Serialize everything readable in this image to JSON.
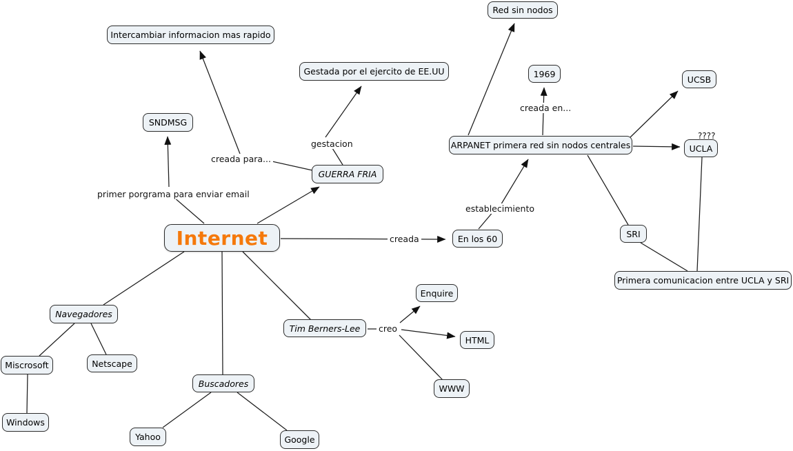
{
  "colors": {
    "canvas": "#ffffff",
    "node_fill": "#edf2f6",
    "node_border": "#2b2b2b",
    "accent_title": "#f5790b",
    "text": "#000000"
  },
  "nodes": {
    "internet": {
      "label": "Internet"
    },
    "red_sin_nodos": {
      "label": "Red sin nodos"
    },
    "intercambiar": {
      "label": "Intercambiar informacion mas rapido"
    },
    "gestada": {
      "label": "Gestada por el ejercito de EE.UU"
    },
    "y1969": {
      "label": "1969"
    },
    "ucsb": {
      "label": "UCSB"
    },
    "sndmsg": {
      "label": "SNDMSG"
    },
    "arpanet": {
      "label": "ARPANET primera red sin nodos centrales"
    },
    "ucla": {
      "label": "UCLA"
    },
    "guerra_fria": {
      "label": "GUERRA FRIA"
    },
    "en_los_60": {
      "label": "En los 60"
    },
    "sri": {
      "label": "SRI"
    },
    "primera_comunicacion": {
      "label": "Primera comunicacion entre UCLA y SRI"
    },
    "navegadores": {
      "label": "Navegadores"
    },
    "tim_berners_lee": {
      "label": "Tim Berners-Lee"
    },
    "enquire": {
      "label": "Enquire"
    },
    "miscrosoft": {
      "label": "Miscrosoft"
    },
    "netscape": {
      "label": "Netscape"
    },
    "html": {
      "label": "HTML"
    },
    "buscadores": {
      "label": "Buscadores"
    },
    "www": {
      "label": "WWW"
    },
    "windows": {
      "label": "Windows"
    },
    "yahoo": {
      "label": "Yahoo"
    },
    "google": {
      "label": "Google"
    }
  },
  "link_labels": {
    "creada_para": "creada para...",
    "gestacion": "gestacion",
    "primer_programa": "primer porgrama para enviar email",
    "creada": "creada",
    "creada_en": "creada en...",
    "establecimiento": "establecimiento",
    "creo": "creo",
    "ucla_overlapped": "????"
  }
}
